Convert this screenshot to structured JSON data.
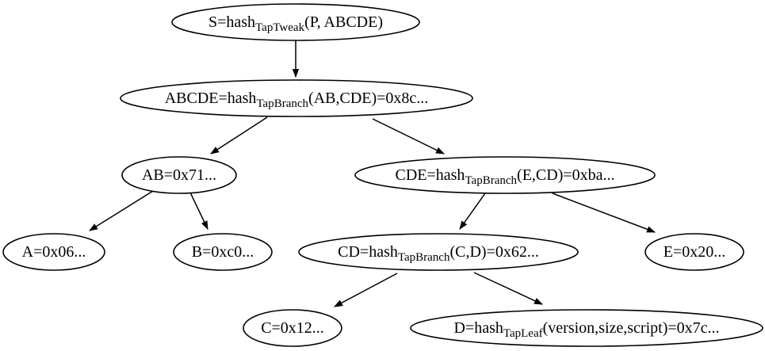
{
  "diagram": {
    "type": "tree",
    "description": "Taproot Merkle hash tree",
    "colors": {
      "background": "#ffffff",
      "node_fill": "#ffffff",
      "node_stroke": "#000000",
      "text": "#000000",
      "edge": "#000000"
    },
    "nodes": [
      {
        "id": "S",
        "label": "S=hashTapTweak(P, ABCDE)",
        "pre": "S=hash",
        "sub": "TapTweak",
        "post": "(P, ABCDE)"
      },
      {
        "id": "ABCDE",
        "label": "ABCDE=hashTapBranch(AB,CDE)=0x8c...",
        "pre": "ABCDE=hash",
        "sub": "TapBranch",
        "post": "(AB,CDE)=0x8c..."
      },
      {
        "id": "AB",
        "label": "AB=0x71...",
        "pre": "AB=0x71...",
        "sub": "",
        "post": ""
      },
      {
        "id": "CDE",
        "label": "CDE=hashTapBranch(E,CD)=0xba...",
        "pre": "CDE=hash",
        "sub": "TapBranch",
        "post": "(E,CD)=0xba..."
      },
      {
        "id": "A",
        "label": "A=0x06...",
        "pre": "A=0x06...",
        "sub": "",
        "post": ""
      },
      {
        "id": "B",
        "label": "B=0xc0...",
        "pre": "B=0xc0...",
        "sub": "",
        "post": ""
      },
      {
        "id": "CD",
        "label": "CD=hashTapBranch(C,D)=0x62...",
        "pre": "CD=hash",
        "sub": "TapBranch",
        "post": "(C,D)=0x62..."
      },
      {
        "id": "E",
        "label": "E=0x20...",
        "pre": "E=0x20...",
        "sub": "",
        "post": ""
      },
      {
        "id": "C",
        "label": "C=0x12...",
        "pre": "C=0x12...",
        "sub": "",
        "post": ""
      },
      {
        "id": "D",
        "label": "D=hashTapLeaf(version,size,script)=0x7c...",
        "pre": "D=hash",
        "sub": "TapLeaf",
        "post": "(version,size,script)=0x7c..."
      }
    ],
    "edges": [
      {
        "from": "S",
        "to": "ABCDE"
      },
      {
        "from": "ABCDE",
        "to": "AB"
      },
      {
        "from": "ABCDE",
        "to": "CDE"
      },
      {
        "from": "AB",
        "to": "A"
      },
      {
        "from": "AB",
        "to": "B"
      },
      {
        "from": "CDE",
        "to": "CD"
      },
      {
        "from": "CDE",
        "to": "E"
      },
      {
        "from": "CD",
        "to": "C"
      },
      {
        "from": "CD",
        "to": "D"
      }
    ]
  }
}
